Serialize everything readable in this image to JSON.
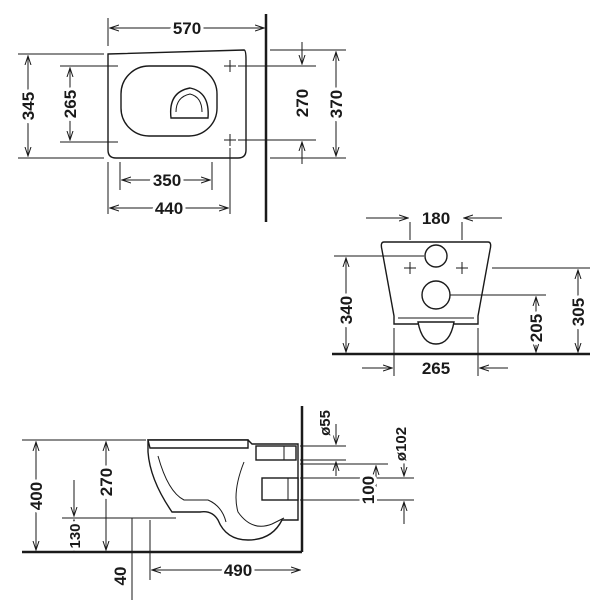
{
  "top_view": {
    "dims": {
      "overall_width": "570",
      "overall_depth": "345",
      "seat_depth": "265",
      "fixing_width": "350",
      "body_width": "440",
      "fixing_depth": "270",
      "depth_to_wall": "370"
    }
  },
  "rear_view": {
    "dims": {
      "rear_width": "180",
      "hole_spacing": "265",
      "height_340": "340",
      "height_205": "205",
      "height_305": "305"
    }
  },
  "side_view": {
    "dims": {
      "height_400": "400",
      "height_270": "270",
      "height_130": "130",
      "height_40": "40",
      "length_490": "490",
      "inlet_diameter": "ø55",
      "outlet_diameter": "ø102",
      "outlet_offset": "100"
    }
  }
}
